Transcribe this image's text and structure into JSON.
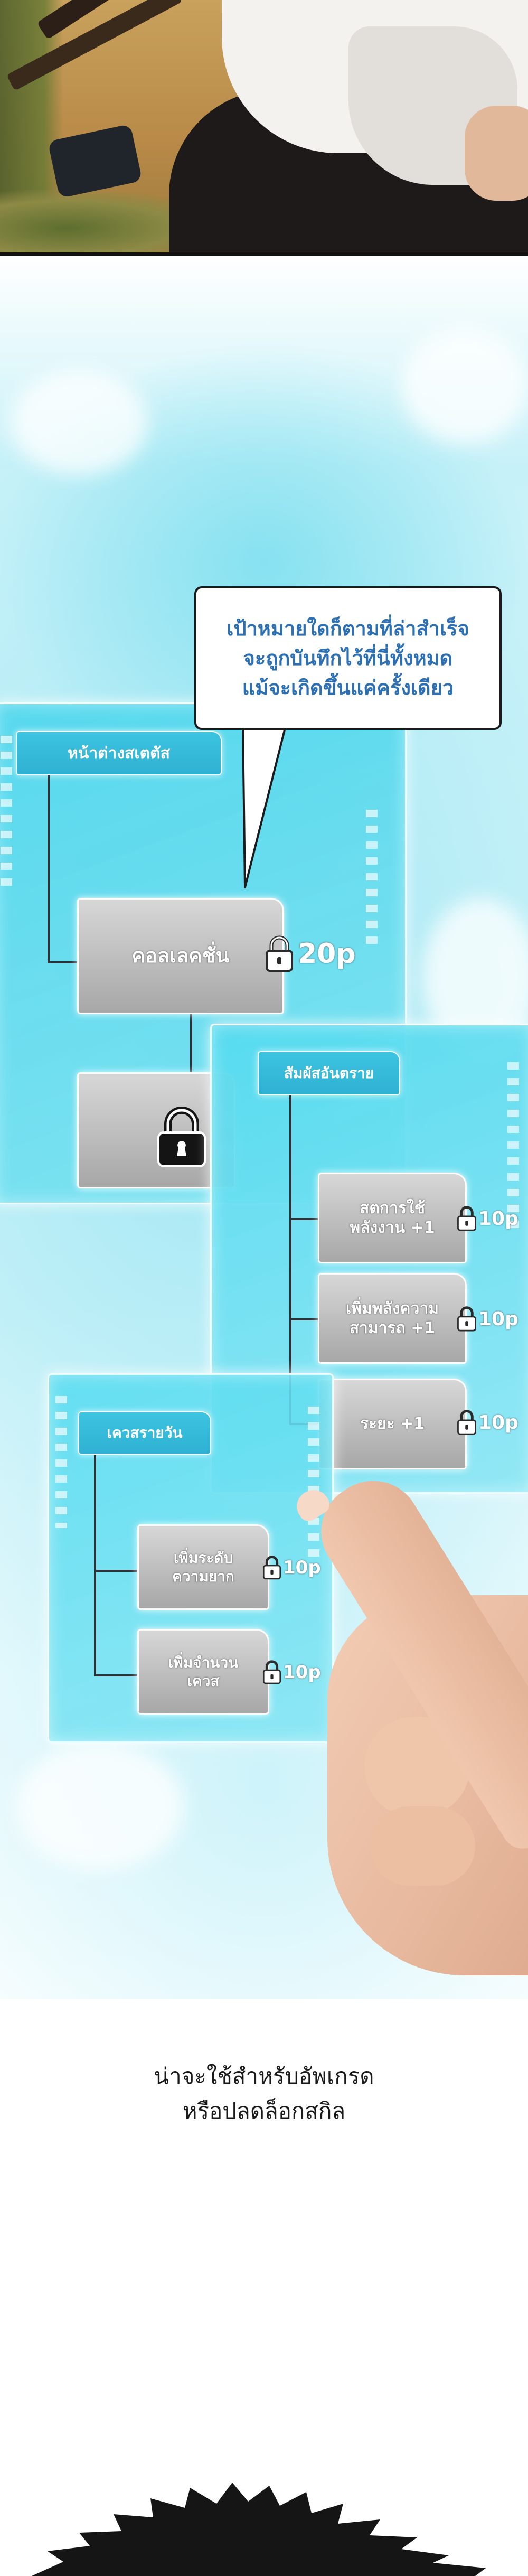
{
  "speech_bubble": {
    "lines": [
      "เป้าหมายใดก็ตามที่ล่าสำเร็จ",
      "จะถูกบันทึกไว้ที่นี่ทั้งหมด",
      "แม้จะเกิดขึ้นแค่ครั้งเดียว"
    ]
  },
  "status_panel": {
    "title": "หน้าต่างสเตตัส",
    "nodes": [
      {
        "label": "คอลเลคชั่น",
        "cost": "20p"
      }
    ]
  },
  "danger_panel": {
    "title": "สัมผัสอันตราย",
    "nodes": [
      {
        "lines": [
          "สตการใช้",
          "พลังงาน +1"
        ],
        "cost": "10p"
      },
      {
        "lines": [
          "เพิ่มพลังความ",
          "สามารถ +1"
        ],
        "cost": "10p"
      },
      {
        "lines": [
          "ระยะ +1"
        ],
        "cost": "10p"
      }
    ]
  },
  "quest_panel": {
    "title": "เควสรายวัน",
    "nodes": [
      {
        "lines": [
          "เพิ่มระดับ",
          "ความยาก"
        ],
        "cost": "10p"
      },
      {
        "lines": [
          "เพิ่มจำนวน",
          "เควส"
        ],
        "cost": "10p"
      }
    ]
  },
  "caption": {
    "lines": [
      "น่าจะใช้สำหรับอัพเกรด",
      "หรือปลดล็อกสกิล"
    ]
  },
  "icons": {
    "lock": "lock-icon"
  },
  "colors": {
    "panel": "#4fd6ec",
    "bubble_text": "#2d6fb3",
    "node_gray": "#a7a7a7"
  }
}
